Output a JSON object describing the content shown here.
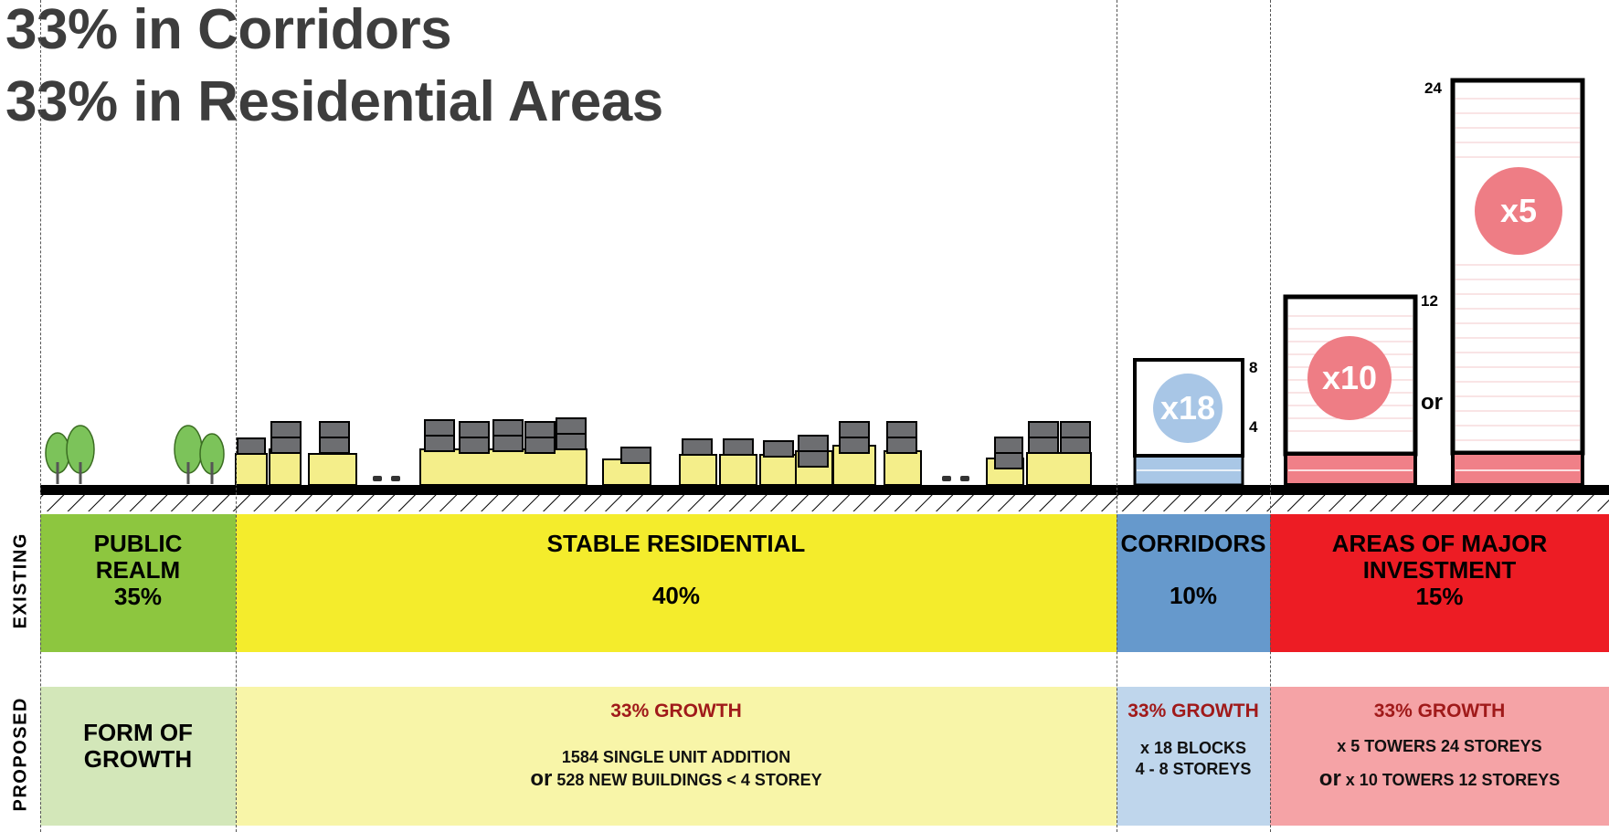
{
  "titles": {
    "line1": "33% in Corridors",
    "line2": "33% in Residential Areas"
  },
  "colors": {
    "public_realm": "#8dc63f",
    "stable_residential": "#f4ec2c",
    "corridors": "#6699cc",
    "major_investment": "#ed1c24",
    "public_realm_light": "#d3e7b9",
    "stable_residential_light": "#f8f5a8",
    "corridors_light": "#bfd6ec",
    "major_investment_light": "#f5a3a6",
    "growth_text": "#a01a1a"
  },
  "side_labels": {
    "existing": "EXISTING",
    "proposed": "PROPOSED"
  },
  "existing": {
    "public_realm": {
      "label_line1": "PUBLIC",
      "label_line2": "REALM",
      "percent": "35%"
    },
    "stable_residential": {
      "label": "STABLE RESIDENTIAL",
      "percent": "40%"
    },
    "corridors": {
      "label": "CORRIDORS",
      "percent": "10%"
    },
    "major_investment": {
      "label_line1": "AREAS OF MAJOR",
      "label_line2": "INVESTMENT",
      "percent": "15%"
    }
  },
  "proposed": {
    "public_realm": {
      "label_line1": "FORM OF",
      "label_line2": "GROWTH"
    },
    "stable_residential": {
      "growth": "33% GROWTH",
      "line1": "1584 SINGLE UNIT ADDITION",
      "or": "or",
      "line2": "528 NEW BUILDINGS < 4  STOREY"
    },
    "corridors": {
      "growth": "33% GROWTH",
      "line1": "x 18 BLOCKS",
      "line2": "4 - 8 STOREYS"
    },
    "major_investment": {
      "growth": "33% GROWTH",
      "line1": "x 5 TOWERS 24 STOREYS",
      "or": "or",
      "line2": "x 10 TOWERS 12 STOREYS"
    }
  },
  "section": {
    "corridor_block": {
      "multiplier": "x18",
      "storey_top": "8",
      "storey_mid": "4"
    },
    "tower_12": {
      "multiplier": "x10",
      "storey_top": "12"
    },
    "tower_24": {
      "multiplier": "x5",
      "storey_top": "24"
    },
    "or_label": "or"
  }
}
